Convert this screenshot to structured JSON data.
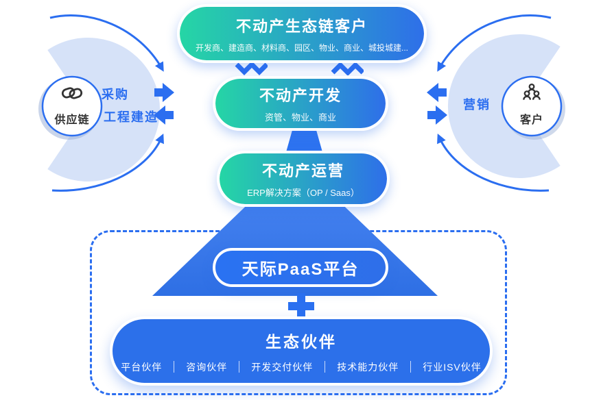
{
  "diagram": {
    "top_pill": {
      "title": "不动产生态链客户",
      "subtitle": "开发商、建造商、材料商、园区、物业、商业、城投城建..."
    },
    "dev_pill": {
      "title": "不动产开发",
      "subtitle": "资管、物业、商业"
    },
    "ops_pill": {
      "title": "不动产运营",
      "subtitle": "ERP解决方案（OP / Saas）"
    },
    "paas_pill": {
      "title": "天际PaaS平台"
    },
    "partners": {
      "title": "生态伙伴",
      "items": [
        "平台伙伴",
        "咨询伙伴",
        "开发交付伙伴",
        "技术能力伙伴",
        "行业ISV伙伴"
      ]
    },
    "left_group": {
      "circle_label": "供应链",
      "label_top": "采购",
      "label_bottom": "工程建造",
      "icon": "chain-link-icon"
    },
    "right_group": {
      "circle_label": "客户",
      "label": "营销",
      "icon": "people-group-icon"
    },
    "colors": {
      "gradient_start": "#25d6a5",
      "gradient_end": "#2e6fe9",
      "solid_blue": "#2c70ea",
      "accent_blue": "#2b6ef0",
      "light_shape": "#d6e2f8",
      "dark_text": "#333333"
    }
  }
}
